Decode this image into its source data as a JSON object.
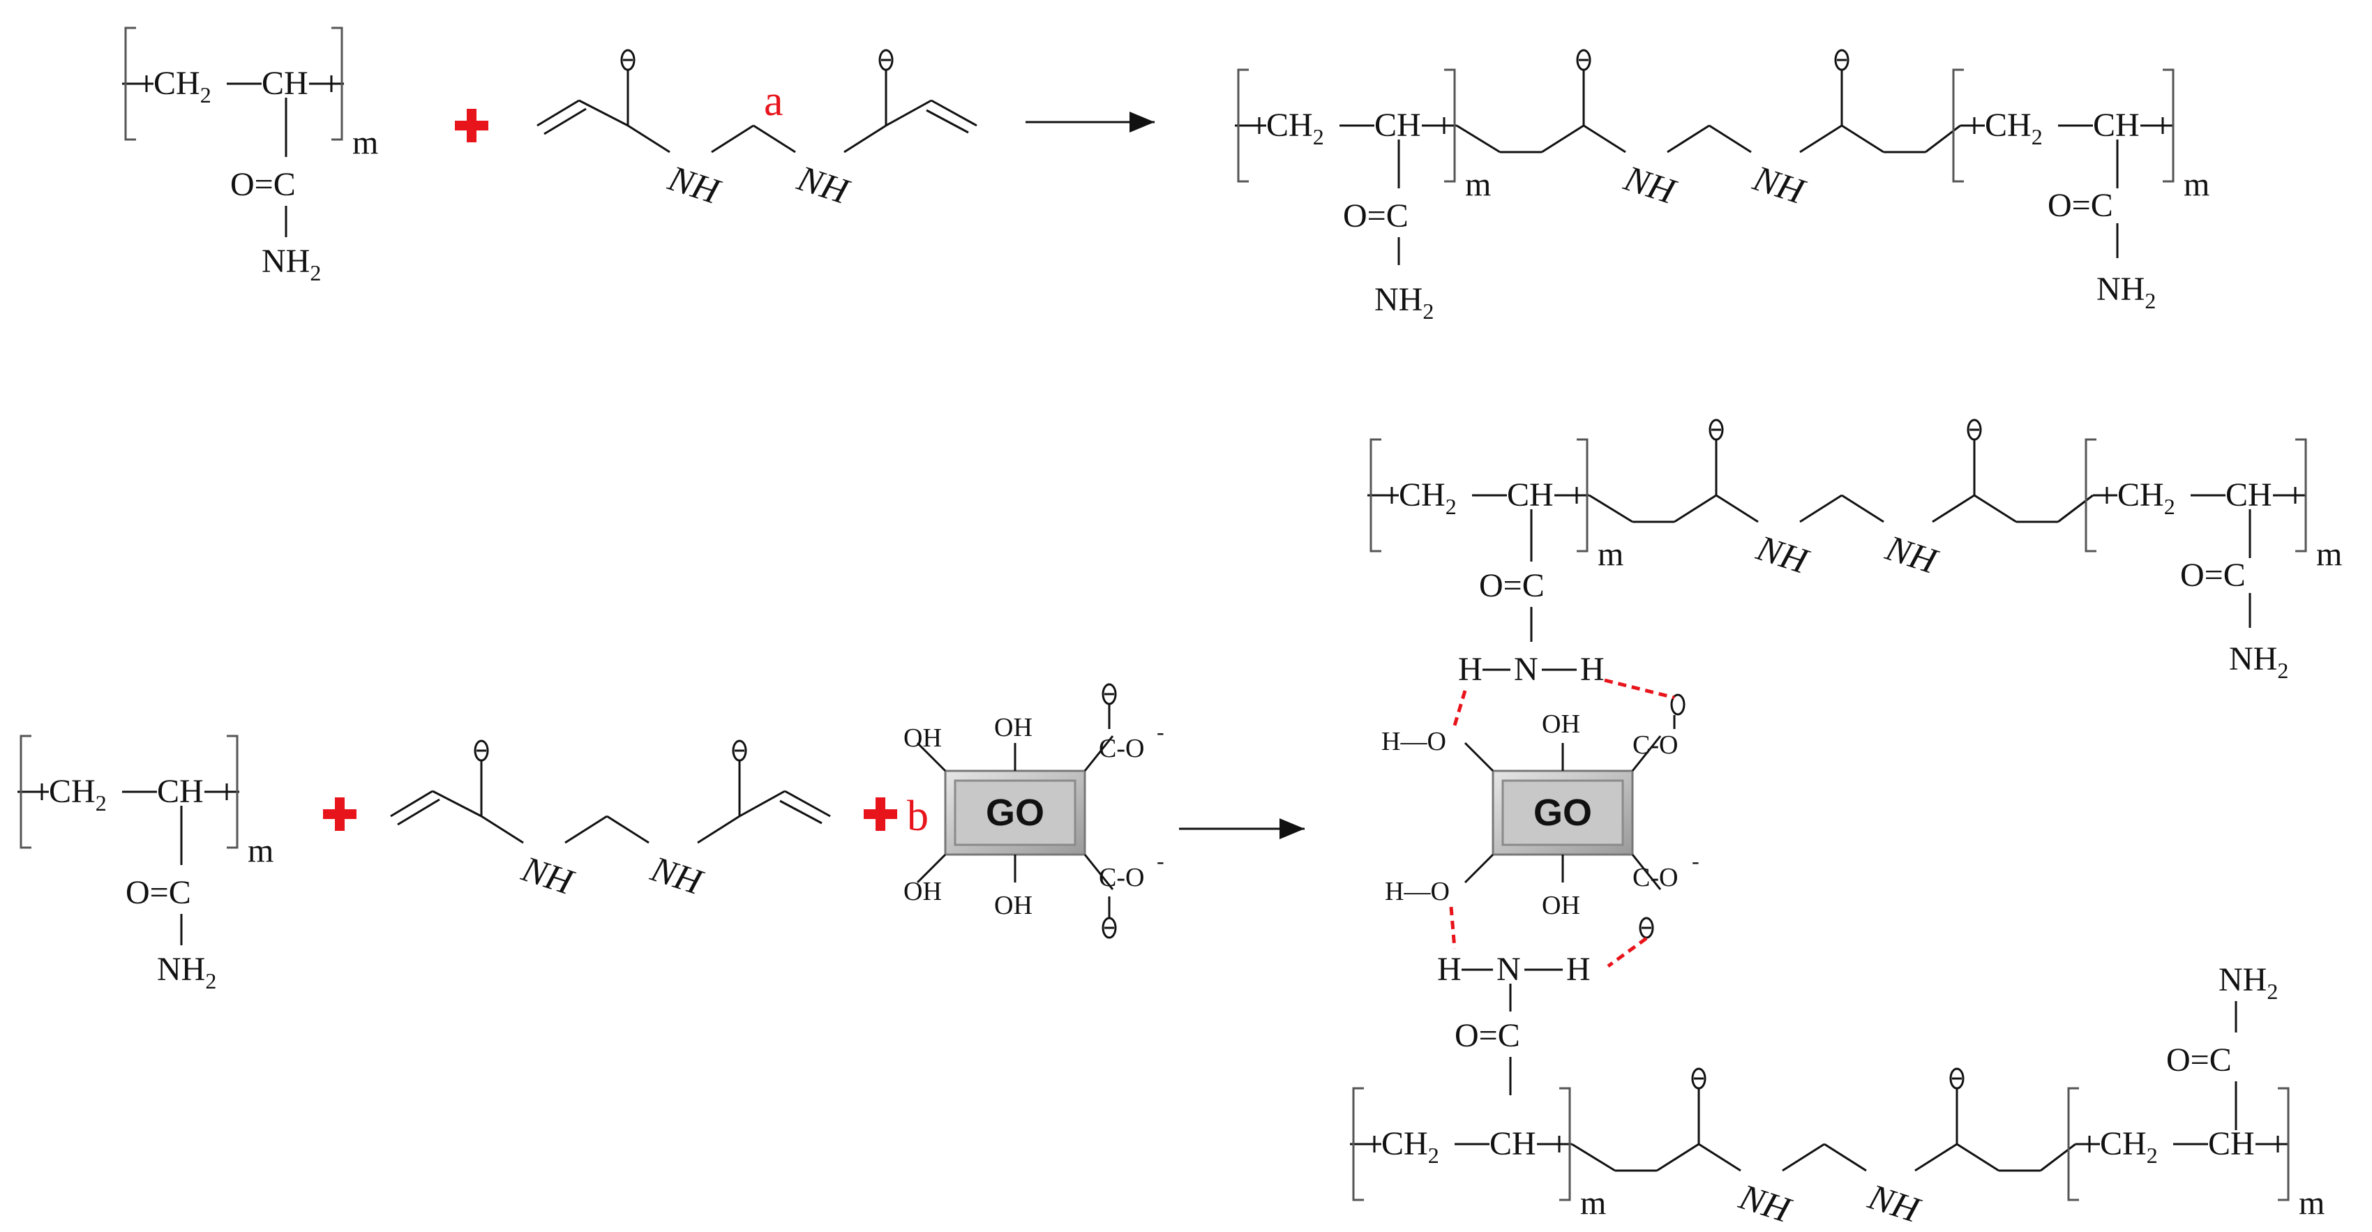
{
  "labels": {
    "ch2": "CH",
    "sub2": "2",
    "ch": "CH",
    "m": "m",
    "co": "O=C",
    "nh2": "NH",
    "nh": "NH",
    "a": "a",
    "b": "b",
    "go": "GO",
    "oh": "OH",
    "coo": "C-O",
    "minus": "-",
    "h": "H",
    "n": "N",
    "ho": "H—O"
  },
  "colors": {
    "plus": "#e8141b",
    "hbond": "#e8141b",
    "go_fill": "#c8c8c8"
  }
}
